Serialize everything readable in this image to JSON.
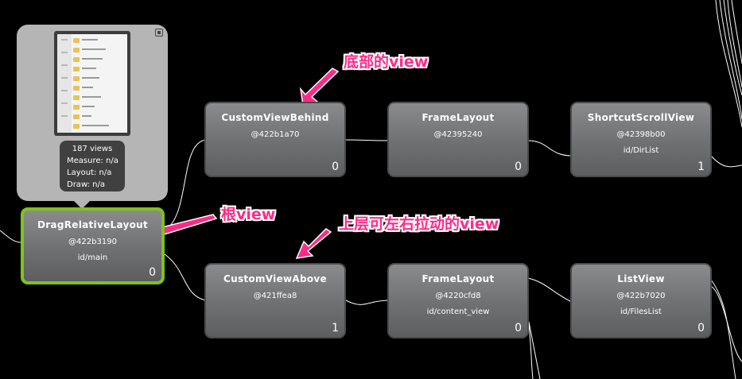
{
  "nodes": {
    "root": {
      "name": "DragRelativeLayout",
      "hash": "@422b3190",
      "id": "id/main",
      "count": "0"
    },
    "behind": {
      "name": "CustomViewBehind",
      "hash": "@422b1a70",
      "id": "",
      "count": "0"
    },
    "frame_top": {
      "name": "FrameLayout",
      "hash": "@42395240",
      "id": "",
      "count": "0"
    },
    "shortcut": {
      "name": "ShortcutScrollView",
      "hash": "@42398b00",
      "id": "id/DirList",
      "count": "1"
    },
    "above": {
      "name": "CustomViewAbove",
      "hash": "@421ffea8",
      "id": "",
      "count": "1"
    },
    "frame_bottom": {
      "name": "FrameLayout",
      "hash": "@4220cfd8",
      "id": "id/content_view",
      "count": "0"
    },
    "listview": {
      "name": "ListView",
      "hash": "@422b7020",
      "id": "id/FilesList",
      "count": "0"
    }
  },
  "preview": {
    "views": "187 views",
    "measure": "Measure: n/a",
    "layout": "Layout: n/a",
    "draw": "Draw: n/a"
  },
  "annotations": {
    "bottom_view": "底部的view",
    "root_view": "根view",
    "top_view": "上层可左右拉动的view"
  },
  "colors": {
    "background": "#000000",
    "node": "#6f7071",
    "selected_border": "#7fc31c",
    "annotation": "#ff2b86"
  }
}
